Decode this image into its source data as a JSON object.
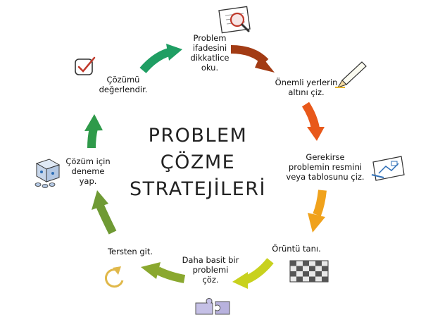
{
  "title": {
    "line1": "PROBLEM",
    "line2": "ÇÖZME",
    "line3": "STRATEJİLERİ"
  },
  "steps": [
    {
      "lines": [
        "Problem",
        "ifadesini",
        "dikkatlice",
        "oku."
      ],
      "arrow_color": "#a23b14",
      "icon": "magnifier-document-icon"
    },
    {
      "lines": [
        "Önemli yerlerin",
        "altını çiz."
      ],
      "arrow_color": "#e8581a",
      "icon": "pencil-icon"
    },
    {
      "lines": [
        "Gerekirse",
        "problemin resmini",
        "veya tablosunu çiz."
      ],
      "arrow_color": "#f0a21c",
      "icon": "drawing-paper-icon"
    },
    {
      "lines": [
        "Örüntü tanı."
      ],
      "arrow_color": "#c8d11e",
      "icon": "pattern-grid-icon"
    },
    {
      "lines": [
        "Daha basit bir",
        "problemi",
        "çöz."
      ],
      "arrow_color": "#8aa82f",
      "icon": "puzzle-icon"
    },
    {
      "lines": [
        "Tersten git."
      ],
      "arrow_color": "#6f9a34",
      "icon": "undo-arrow-icon"
    },
    {
      "lines": [
        "Çözüm için",
        "deneme",
        "yap."
      ],
      "arrow_color": "#2f9a4a",
      "icon": "dice-icon"
    },
    {
      "lines": [
        "Çözümü",
        "değerlendir."
      ],
      "arrow_color": "#1f9e63",
      "icon": "checkbox-check-icon"
    }
  ]
}
